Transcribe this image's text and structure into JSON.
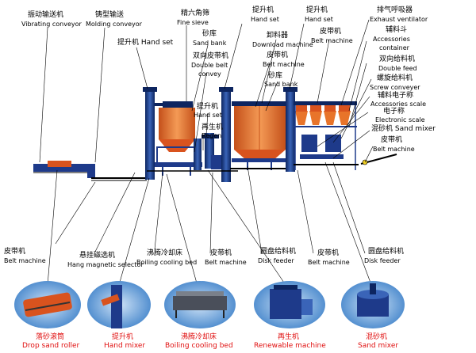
{
  "labels": {
    "vibrating_conveyor_cn": "振动输送机",
    "vibrating_conveyor_en": "Vibrating conveyor",
    "molding_conveyor_cn": "铸型输送",
    "molding_conveyor_en": "Molding conveyor",
    "hand_set_left_cn": "提升机",
    "hand_set_left_en": "Hand set",
    "fine_sieve_cn": "精六角筛",
    "fine_sieve_en": "Fine sieve",
    "sand_bank_cn": "砂库",
    "sand_bank_en": "Sand bank",
    "double_belt_cn": "双向皮带机",
    "double_belt_en1": "Double belt",
    "double_belt_en2": "convey",
    "hand_set_mid_cn": "提升机",
    "hand_set_mid_en": "Hand set",
    "download_machine_cn": "卸料器",
    "download_machine_en": "Download machine",
    "belt_machine_mid_cn": "皮带机",
    "belt_machine_mid_en": "Belt machine",
    "sand_bank_mid_cn": "砂库",
    "sand_bank_mid_en": "Sand bank",
    "hand_set_small_cn": "提升机",
    "hand_set_small_en": "Hand set",
    "regen_cn": "再生机",
    "regen_en": "Regen",
    "hand_set_right_cn": "提升机",
    "hand_set_right_en": "Hand set",
    "belt_machine_right_cn": "皮带机",
    "belt_machine_right_en": "Belt machine",
    "exhaust_cn": "排气呼吸器",
    "exhaust_en": "Exhaust ventilator",
    "accessories_container_cn": "辅料斗",
    "accessories_container_en1": "Accessories",
    "accessories_container_en2": "container",
    "double_feed_cn": "双向给料机",
    "double_feed_en": "Double feed",
    "screw_conveyor_cn": "螺旋给料机",
    "screw_conveyor_en": "Screw conveyer",
    "accessories_scale_cn": "辅料电子称",
    "accessories_scale_en": "Accessories scale",
    "electronic_scale_cn": "电子称",
    "electronic_scale_en": "Electronic scale",
    "sand_mixer_cn": "混砂机",
    "sand_mixer_en": "Sand mixer",
    "belt_machine_far_cn": "皮带机",
    "belt_machine_far_en": "Belt machine",
    "belt_machine_l1_cn": "皮带机",
    "belt_machine_l1_en": "Belt machine",
    "magnetic_selector_cn": "悬挂磁选机",
    "magnetic_selector_en": "Hang magnetic selector",
    "boiling_bed_cn": "沸腾冷却床",
    "boiling_bed_en": "Boiling cooling bed",
    "belt_machine_l2_cn": "皮带机",
    "belt_machine_l2_en": "Belt machine",
    "disk_feeder_1_cn": "圆盘给料机",
    "disk_feeder_1_en": "Disk feeder",
    "belt_machine_l3_cn": "皮带机",
    "belt_machine_l3_en": "Belt machine",
    "disk_feeder_2_cn": "圆盘给料机",
    "disk_feeder_2_en": "Disk feeder"
  },
  "bottom": {
    "drop_sand_roller_cn": "落砂滚筒",
    "drop_sand_roller_en": "Drop sand roller",
    "hand_mixer_cn": "提升机",
    "hand_mixer_en": "Hand mixer",
    "boiling_bed_cn": "沸腾冷却床",
    "boiling_bed_en": "Boiling cooling bed",
    "renewable_cn": "再生机",
    "renewable_en": "Renewable machine",
    "sand_mixer_cn": "混砂机",
    "sand_mixer_en": "Sand mixer"
  },
  "colors": {
    "machine_blue": "#1e3a8a",
    "hopper_orange": "#e8742a",
    "bottom_label_red": "#e01010"
  }
}
